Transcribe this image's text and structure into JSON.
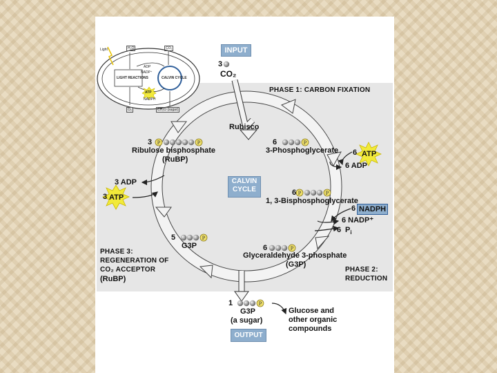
{
  "inset": {
    "light": "Light",
    "h2o": "H₂O",
    "co2": "CO₂",
    "adp": "ADP",
    "nadp": "NADP⁺",
    "light_reactions": "LIGHT REACTIONS",
    "calvin_cycle": "CALVIN CYCLE",
    "atp": "ATP",
    "nadph": "NADPH",
    "o2": "O₂",
    "sugar": "CH₂O (sugar)"
  },
  "input": {
    "box": "INPUT",
    "count": "3",
    "molecule": "CO₂"
  },
  "phase1": "PHASE 1: CARBON FIXATION",
  "rubisco": "Rubisco",
  "rubp": {
    "count": "3",
    "name": "Ribulose bisphosphate",
    "abbr": "(RuBP)"
  },
  "pga": {
    "count": "6",
    "name": "3-Phosphoglycerate"
  },
  "atp_in_phase2": {
    "count": "6",
    "label": "ATP"
  },
  "adp_out_phase2": "6 ADP",
  "center": "CALVIN CYCLE",
  "adp_phase3": "3 ADP",
  "atp_phase3": {
    "count": "3",
    "label": "ATP"
  },
  "bpg": {
    "count": "6",
    "name": "1, 3-Bisphosphoglycerate"
  },
  "nadph_in": {
    "count": "6",
    "label": "NADPH"
  },
  "nadp_out": "6 NADP⁺",
  "pi_out": {
    "count": "6",
    "label": "P",
    "sub": "i"
  },
  "g3p_regen": {
    "count": "5",
    "name": "G3P"
  },
  "g3p_six": {
    "count": "6",
    "name": "Glyceraldehyde 3-phosphate",
    "abbr": "(G3P)"
  },
  "phase3": [
    "PHASE 3:",
    "REGENERATION OF",
    "CO₂ ACCEPTOR",
    "(RuBP)"
  ],
  "phase2": [
    "PHASE 2:",
    "REDUCTION"
  ],
  "output_g3p": {
    "count": "1",
    "name": "G3P",
    "desc": "(a sugar)",
    "box": "OUTPUT"
  },
  "products": [
    "Glucose and",
    "other organic",
    "compounds"
  ],
  "phosphate_label": "P",
  "colors": {
    "panel_bg": "#ffffff",
    "diagram_bg": "#e6e6e6",
    "box_blue": "#8eaecd",
    "burst_yellow": "#f2ea3a",
    "arrow_gray": "#eeeeee",
    "carbon_gray": "#9a9a9a",
    "phosphate_yellow": "#efe06a"
  }
}
